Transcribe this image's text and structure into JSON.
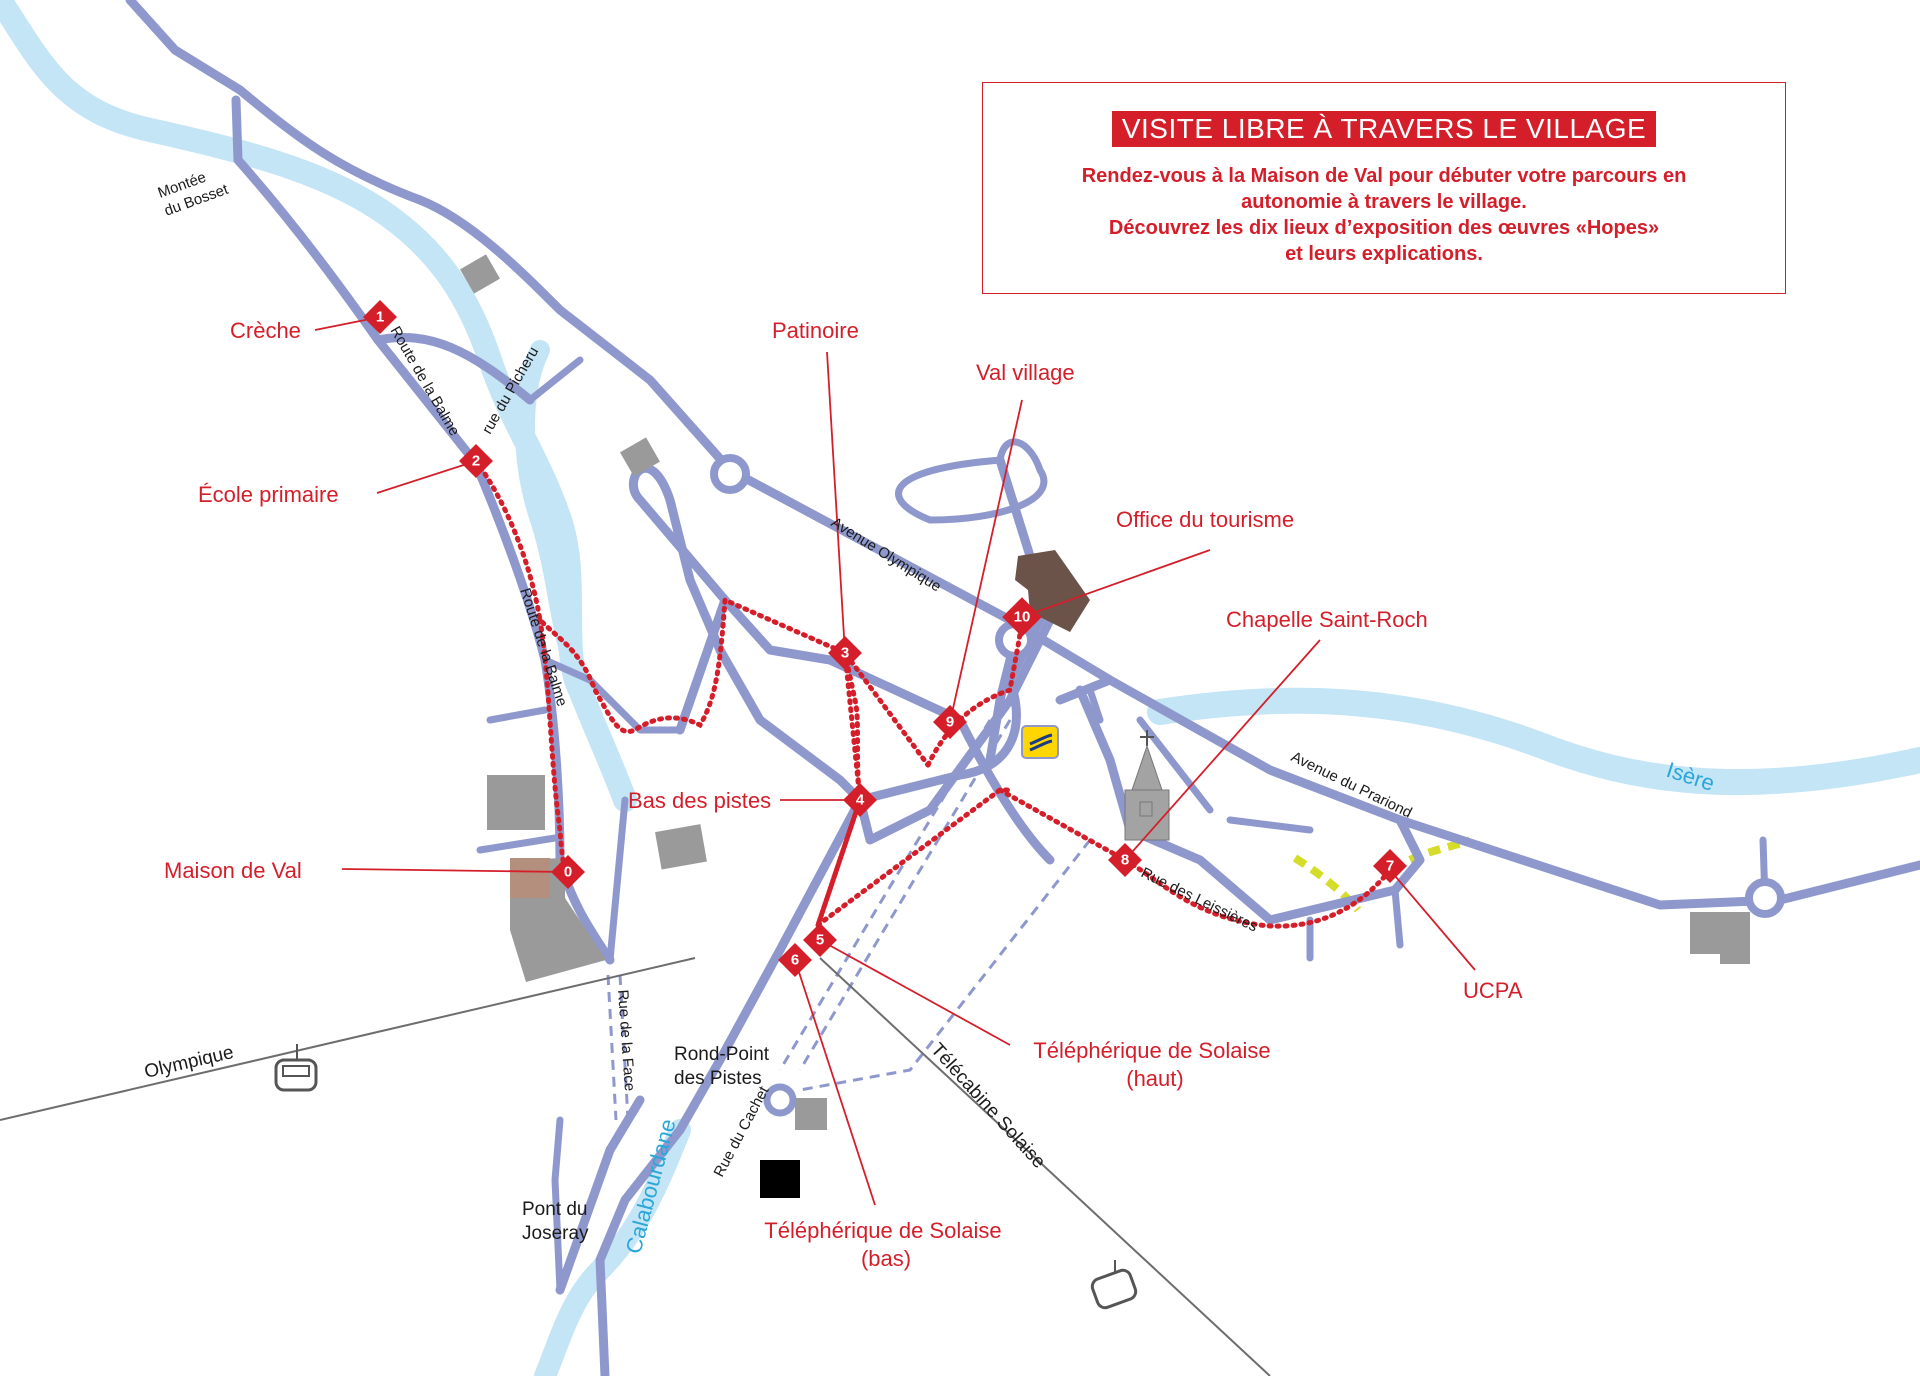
{
  "info": {
    "title": "VISITE LIBRE À TRAVERS LE VILLAGE",
    "lines": [
      "Rendez-vous à la Maison de Val pour débuter votre parcours en",
      "autonomie à travers le village.",
      "Découvrez les dix lieux d’exposition des œuvres «Hopes»",
      "et leurs explications."
    ]
  },
  "markers": [
    "0",
    "1",
    "2",
    "3",
    "4",
    "5",
    "6",
    "7",
    "8",
    "9",
    "10"
  ],
  "pois": {
    "creche": "Crèche",
    "ecole": "École primaire",
    "maison": "Maison de Val",
    "patinoire": "Patinoire",
    "val_village": "Val village",
    "office": "Office du tourisme",
    "chapelle": "Chapelle Saint-Roch",
    "bas_pistes": "Bas des pistes",
    "ucpa": "UCPA",
    "telepherique_haut": [
      "Téléphérique de Solaise",
      "(haut)"
    ],
    "telepherique_bas": [
      "Téléphérique de Solaise",
      "(bas)"
    ]
  },
  "streets": {
    "montee_bosset": [
      "Montée",
      "du Bosset"
    ],
    "route_balme_1": "Route de la Balme",
    "route_balme_2": "Route de la Balme",
    "rue_picheru": "rue du Picheru",
    "avenue_olympique": "Avenue Olympique",
    "avenue_prariond": "Avenue du Prariond",
    "rue_leissieres": "Rue des Leissières",
    "rue_face": "Rue de la Face",
    "rue_cachet": "Rue du Cachet"
  },
  "places": {
    "rond_point": [
      "Rond-Point",
      "des Pistes"
    ],
    "pont_joseray": [
      "Pont du",
      "Joseray"
    ],
    "olympique": "Olympique",
    "telecabine": "Télécabine Solaise"
  },
  "waterways": {
    "isere": "Isère",
    "calabourdane": "Calabourdane"
  },
  "icons": [
    "post-office-icon",
    "chapel-icon",
    "gondola-icon"
  ],
  "colors": {
    "accent": "#d41f2b",
    "road": "#8f98cc",
    "water": "#c4e5f5",
    "water_label": "#2aa6d8",
    "building": "#9a9a9a",
    "cycle_path": "#d6dc2a"
  }
}
